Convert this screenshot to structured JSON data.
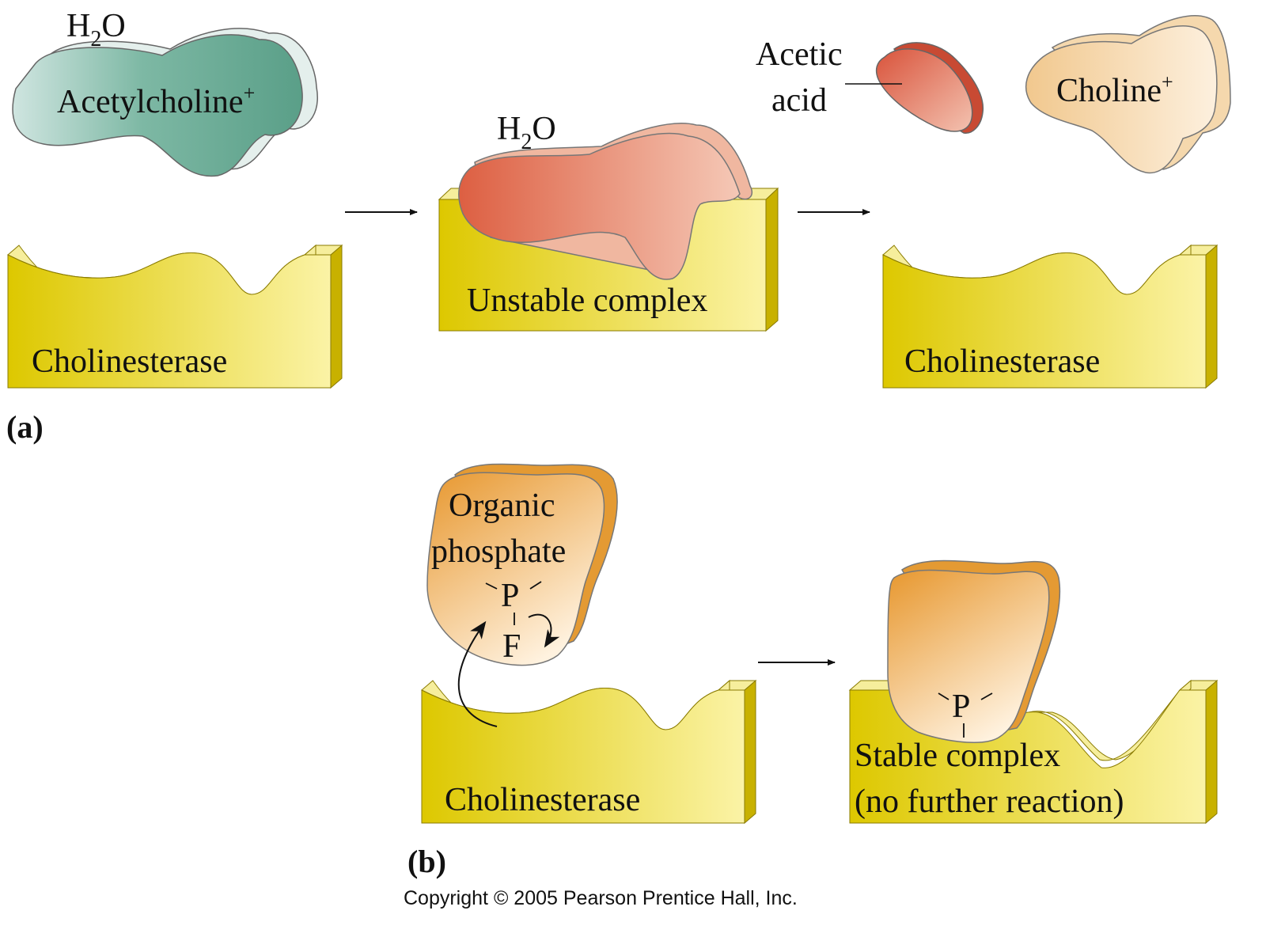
{
  "panels": {
    "a": "(a)",
    "b": "(b)"
  },
  "labels": {
    "water": "H",
    "water_sub": "2",
    "water_end": "O",
    "acetylcholine": "Acetylcholine",
    "plus": "+",
    "cholinesterase": "Cholinesterase",
    "unstable_complex": "Unstable complex",
    "acetic_line1": "Acetic",
    "acetic_line2": "acid",
    "choline": "Choline",
    "organic_line1": "Organic",
    "organic_line2": "phosphate",
    "phosphorus": "P",
    "fluorine": "F",
    "stable_line1": "Stable complex",
    "stable_line2": "(no further reaction)"
  },
  "copyright": "Copyright © 2005 Pearson Prentice Hall, Inc.",
  "colors": {
    "enzyme_front": "#e6d43a",
    "enzyme_light": "#f6eda0",
    "enzyme_top": "#f9f1a8",
    "enzyme_side": "#c9b20a",
    "acetylcholine": "#6aa893",
    "complex": "#e0674a",
    "acetic_acid": "#d9533b",
    "choline": "#f2cc96",
    "phosphate": "#e9a23a"
  }
}
